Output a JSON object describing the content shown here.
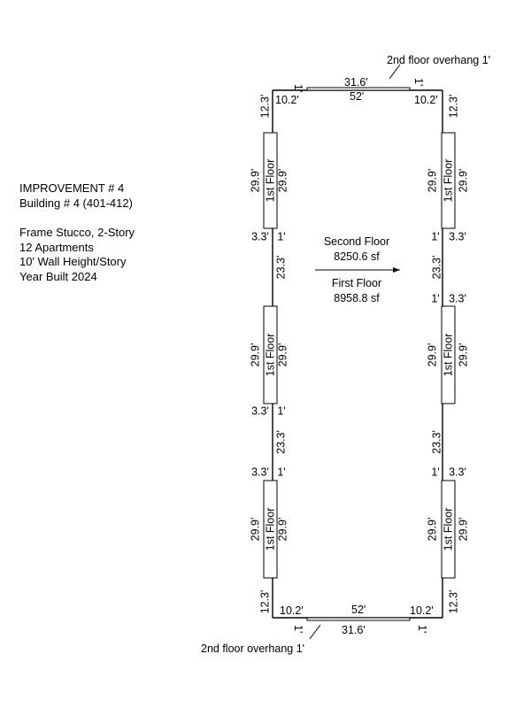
{
  "info": {
    "title": "IMPROVEMENT # 4",
    "building": "Building # 4 (401-412)",
    "construction": "Frame Stucco, 2-Story",
    "apartments": "12 Apartments",
    "wall_height": "10' Wall Height/Story",
    "year_built": "Year Built 2024"
  },
  "center": {
    "second_floor_label": "Second Floor",
    "second_floor_area": "8250.6 sf",
    "first_floor_label": "First Floor",
    "first_floor_area": "8958.8 sf"
  },
  "overhang": {
    "top_label": "2nd floor overhang 1'",
    "bottom_label": "2nd floor overhang 1'",
    "length": "31.6'",
    "offset": "1'"
  },
  "dims": {
    "width": "52'",
    "corner_run": "10.2'",
    "end_segment": "12.3'",
    "bump_length": "29.9'",
    "bump_depth": "3.3'",
    "bump_offset": "1'",
    "mid_segment": "23.3'"
  },
  "bump_label": "1st Floor"
}
